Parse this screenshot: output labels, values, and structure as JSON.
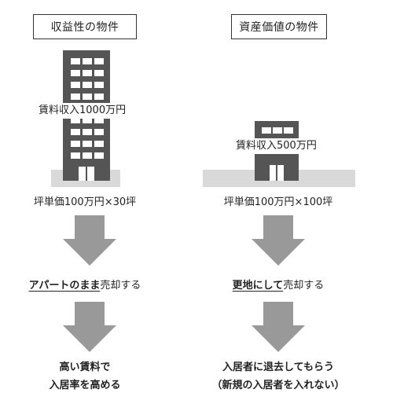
{
  "left": {
    "title": "収益性の物件",
    "income_label": "賃料収入1000万円",
    "price_caption": "坪単価100万円×30坪",
    "action_emph": "アパートのまま",
    "action_rest": "売却する",
    "result_line1": "高い賃料で",
    "result_line2": "入居率を高める"
  },
  "right": {
    "title": "資産価値の物件",
    "income_label": "賃料収入500万円",
    "price_caption": "坪単価100万円×100坪",
    "action_emph": "更地にして",
    "action_rest": "売却する",
    "result_line1": "入居者に退去してもらう",
    "result_line2": "（新規の入居者を入れない）"
  },
  "colors": {
    "building": "#555555",
    "ground": "#d9d9d9",
    "arrow": "#999999"
  }
}
